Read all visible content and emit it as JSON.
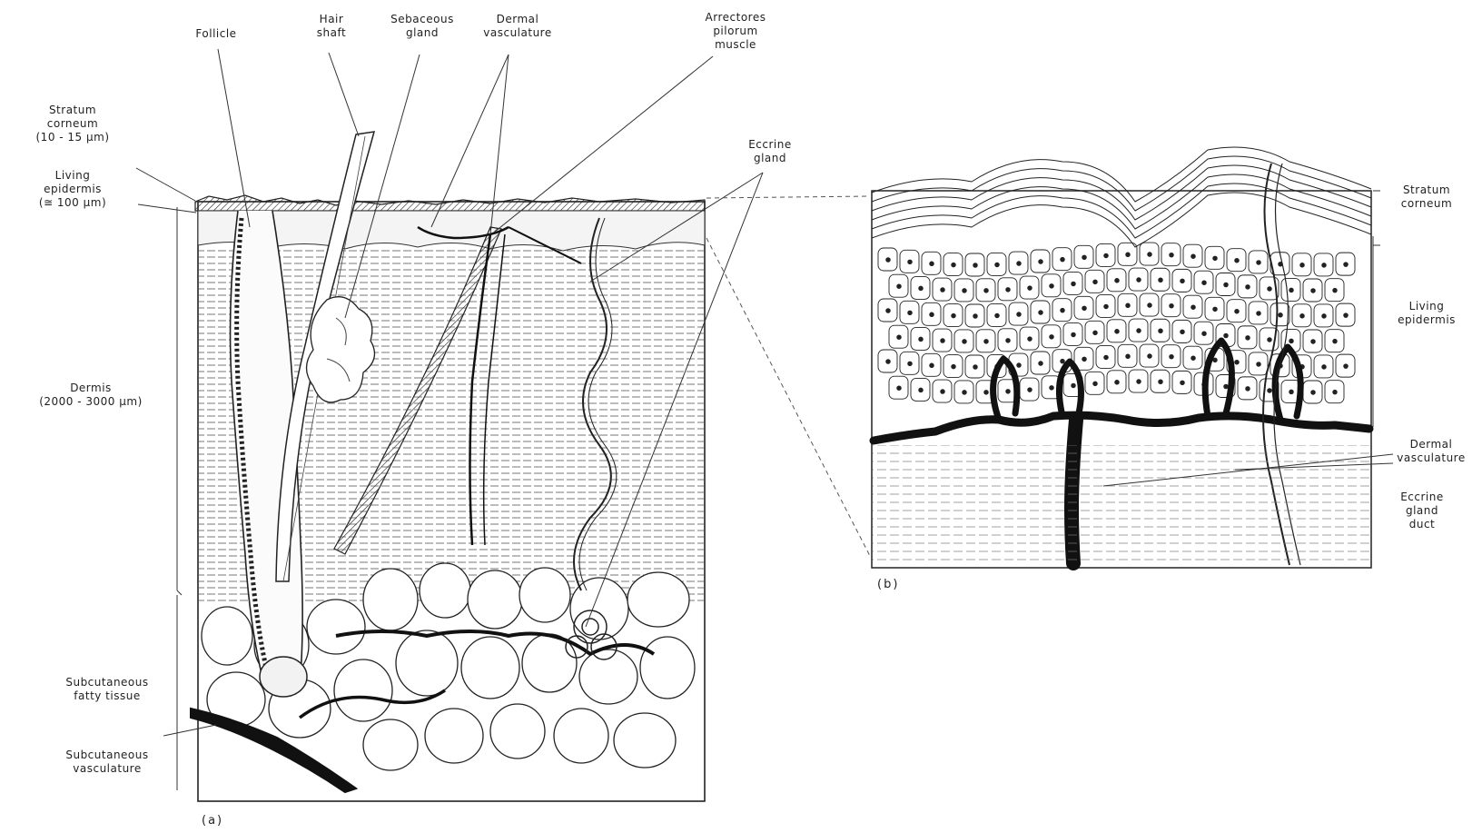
{
  "panel_a": {
    "caption": "(a)",
    "labels": {
      "follicle": "Follicle",
      "hair_shaft": "Hair\nshaft",
      "sebaceous_gland": "Sebaceous\ngland",
      "dermal_vasculature": "Dermal\nvasculature",
      "arrectores": "Arrectores\npilorum\nmuscle",
      "eccrine_gland": "Eccrine\ngland",
      "stratum_corneum": "Stratum\ncorneum\n(10 - 15 µm)",
      "living_epidermis": "Living\nepidermis\n(≅ 100 µm)",
      "dermis": "Dermis\n(2000 - 3000 µm)",
      "subcutaneous_fatty": "Subcutaneous\nfatty tissue",
      "subcutaneous_vasculature": "Subcutaneous\nvasculature"
    }
  },
  "panel_b": {
    "caption": "(b)",
    "labels": {
      "stratum_corneum": "Stratum\ncorneum",
      "living_epidermis": "Living\nepidermis",
      "dermal_vasculature": "Dermal\nvasculature",
      "eccrine_duct": "Eccrine\ngland\nduct"
    }
  },
  "colors": {
    "ink": "#1a1a1a",
    "paper": "#ffffff"
  }
}
